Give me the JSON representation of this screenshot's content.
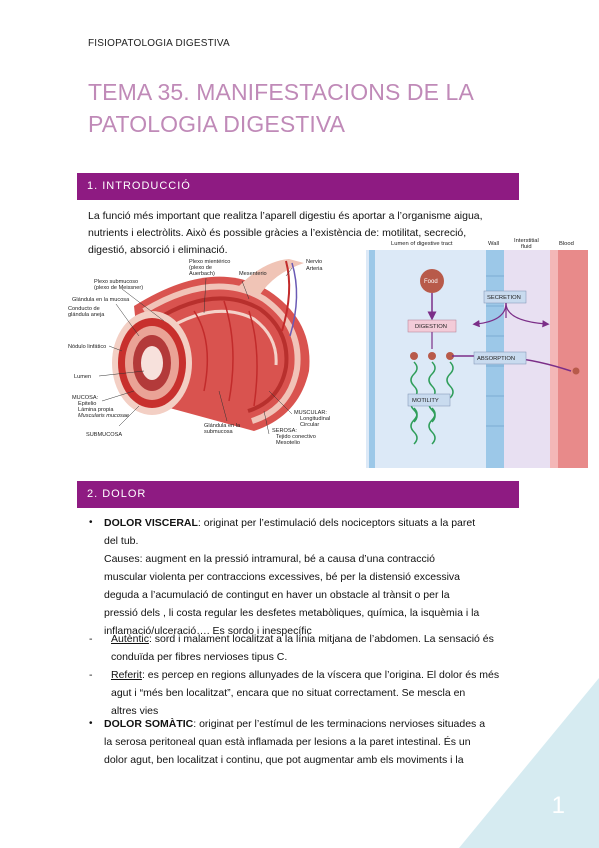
{
  "header": {
    "text": "FISIOPATOLOGIA DIGESTIVA"
  },
  "title": {
    "line1": "TEMA 35. MANIFESTACIONS DE LA",
    "line2": "PATOLOGIA DIGESTIVA"
  },
  "sections": [
    {
      "label": "1. INTRODUCCIÓ"
    },
    {
      "label": "2. DOLOR"
    }
  ],
  "intro": {
    "line1": "La funció més important que realitza l’aparell digestiu és aportar a l’organisme aigua,",
    "line2": "nutrients i electròlits. Això és possible gràcies a l’existència de: motilitat, secreció,",
    "line3": "digestió, absorció i eliminació."
  },
  "figure_left": {
    "labels": {
      "plexo_submucoso": "Plexo submucoso",
      "plexo_meissner": "(plexo de Meissner)",
      "plexo_mienterico": "Plexo mientérico",
      "plexo_auerbach": "(plexo de",
      "auerbach": "Auerbach)",
      "mesenterio": "Mesenterio",
      "nervio": "Nervio",
      "arteria": "Arteria",
      "glandula_mucosa": "Glándula en la mucosa",
      "conducto": "Conducto de",
      "glandula_anejo": "glándula aneja",
      "nodulo": "Nódulo linfático",
      "lumen": "Lumen",
      "mucosa": "MUCOSA:",
      "epitelio": "Epitelio",
      "lamina": "Lámina propia",
      "muscularis": "Muscularis mucosae",
      "submucosa": "SUBMUCOSA",
      "glandula_submucosa": "Glándula en la",
      "submucosa2": "submucosa",
      "muscular": "MUSCULAR:",
      "longitudinal": "Longitudinal",
      "circular": "Circular",
      "serosa": "SEROSA:",
      "tejido": "Tejido conectivo",
      "mesotelio": "Mesotelio"
    }
  },
  "figure_right": {
    "lumen": "Lumen of digestive tract",
    "wall": "Wall",
    "interstitial": "Interstitial",
    "fluid": "fluid",
    "blood": "Blood",
    "food": "Food",
    "secretion": "SECRETION",
    "digestion": "DIGESTION",
    "absorption": "ABSORPTION",
    "motility": "MOTILITY",
    "colors": {
      "lumen_bg": "#dce9f7",
      "wall": "#9cc8e8",
      "interstitial": "#e8e0f2",
      "blood": "#e88a8a",
      "box_pink": "#f3cbd8",
      "box_blue": "#c9dbef",
      "arrow_purple": "#7b2e88",
      "food": "#b85a4a"
    }
  },
  "dolor": {
    "visceral_title": "DOLOR VISCERAL",
    "visceral_text1": ": originat per l’estimulació dels nociceptors situats a la paret",
    "visceral_text2": "del tub.",
    "causes1": "Causes: augment en la pressió intramural, bé a causa d’una contracció",
    "causes2": "muscular violenta per contraccions excessives, bé per la distensió excessiva",
    "causes3": "deguda a l’acumulació de contingut en haver un obstacle al trànsit o per la",
    "causes4": "pressió dels , li costa regular les desfetes metabòliques, química, la isquèmia i la",
    "causes5": "inflamació/ulceració…. Es sordo i inespecífic",
    "autentic_title": "Autèntic",
    "autentic1": ": sord i malament localitzat a la línia mitjana de l’abdomen. La sensació és",
    "autentic2": "conduïda per fibres nervioses tipus C.",
    "referit_title": "Referit",
    "referit1": ": es percep en regions allunyades de la víscera que l’origina. El dolor és més",
    "referit2": "agut i “més ben localitzat”, encara que no situat correctament. Se mescla en",
    "referit3": "altres vies",
    "somatic_title": "DOLOR SOMÀTIC",
    "somatic1": ": originat per l’estímul de les terminacions nervioses situades a",
    "somatic2": "la serosa peritoneal quan està inflamada per lesions a la paret intestinal. És un",
    "somatic3": "dolor agut, ben localitzat i continu, que pot augmentar amb els moviments i la",
    "bullet": "•",
    "dash": "-"
  },
  "page_number": "1",
  "colors": {
    "accent": "#8e1b82",
    "title": "#c08ab8",
    "corner": "#d6ebf1"
  }
}
